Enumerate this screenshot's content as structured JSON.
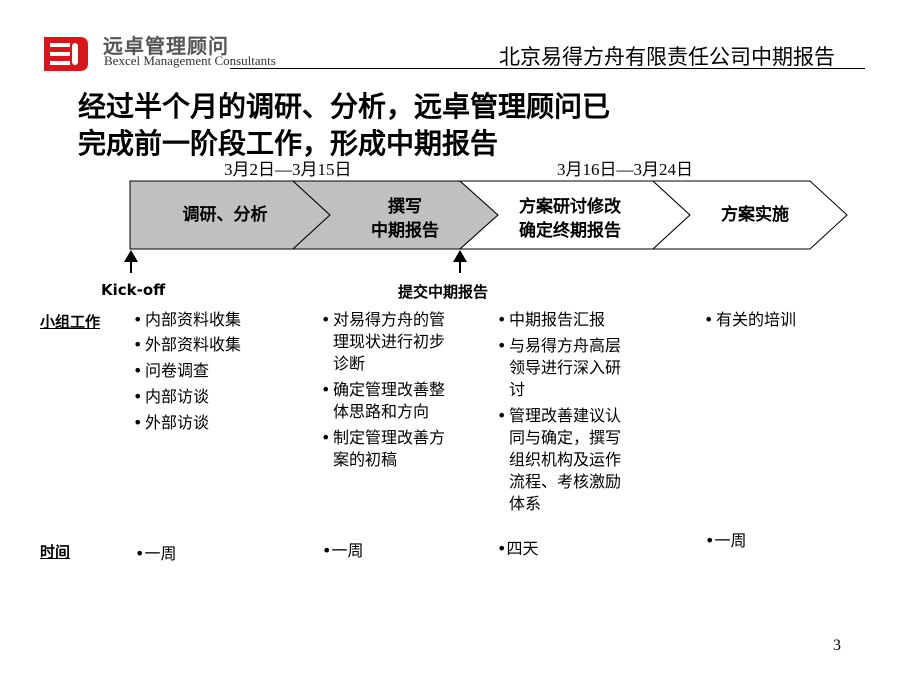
{
  "header": {
    "brand_cn": "远卓管理顾问",
    "brand_en": "Bexcel Management Consultants",
    "report_title": "北京易得方舟有限责任公司中期报告"
  },
  "headline": {
    "line1": "经过半个月的调研、分析，远卓管理顾问已",
    "line2": "完成前一阶段工作，形成中期报告"
  },
  "timeline": {
    "date_range_1": "3月2日—3月15日",
    "date_range_2": "3月16日—3月24日",
    "phases": [
      {
        "line1": "调研、分析",
        "line2": ""
      },
      {
        "line1": "撰写",
        "line2": "中期报告"
      },
      {
        "line1": "方案研讨修改",
        "line2": "确定终期报告"
      },
      {
        "line1": "方案实施",
        "line2": ""
      }
    ],
    "markers": {
      "kickoff": "Kick-off",
      "submit": "提交中期报告"
    },
    "colors": {
      "phase_fill": "#c0c0c0",
      "phase_fill_light": "#ffffff",
      "outline": "#000000"
    }
  },
  "rows": {
    "work_label": "小组工作",
    "time_label": "时间",
    "columns": [
      {
        "tasks": [
          "内部资料收集",
          "外部资料收集",
          "问卷调查",
          "内部访谈",
          "外部访谈"
        ],
        "time": "一周"
      },
      {
        "tasks": [
          "对易得方舟的管理现状进行初步诊断",
          "确定管理改善整体思路和方向",
          "制定管理改善方案的初稿"
        ],
        "time": "一周"
      },
      {
        "tasks": [
          "中期报告汇报",
          "与易得方舟高层领导进行深入研讨",
          "管理改善建议认同与确定，撰写组织机构及运作流程、考核激励体系"
        ],
        "time": "四天"
      },
      {
        "tasks": [
          "有关的培训"
        ],
        "time": "一周"
      }
    ]
  },
  "bullet": "•",
  "page_number": "3",
  "logo_color": "#d9141b"
}
